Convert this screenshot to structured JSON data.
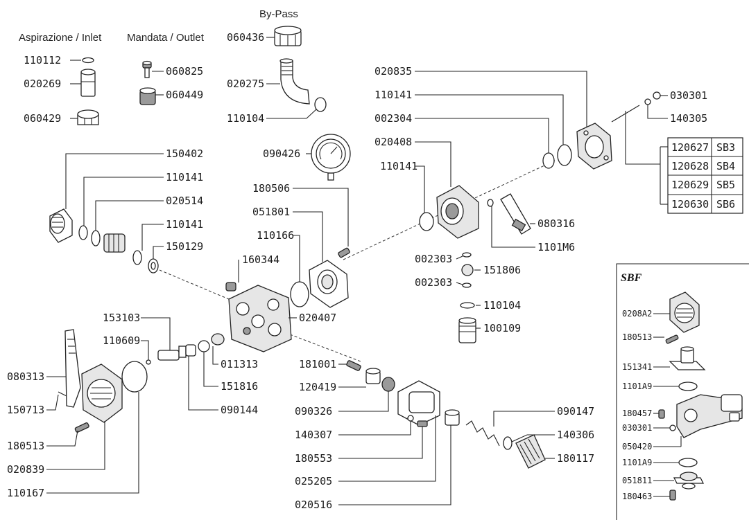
{
  "headings": {
    "inlet": "Aspirazione / Inlet",
    "outlet": "Mandata / Outlet",
    "bypass": "By-Pass"
  },
  "labels": {
    "l110112": "110112",
    "l020269": "020269",
    "l060429": "060429",
    "l060825": "060825",
    "l060449": "060449",
    "l060436": "060436",
    "l020275": "020275",
    "l110104": "110104",
    "l090426": "090426",
    "l150402": "150402",
    "l110141": "110141",
    "l020514": "020514",
    "l150129": "150129",
    "l180506": "180506",
    "l051801": "051801",
    "l110166": "110166",
    "l160344": "160344",
    "l020407": "020407",
    "l020835": "020835",
    "l002304": "002304",
    "l020408": "020408",
    "l030301": "030301",
    "l140305": "140305",
    "l080316": "080316",
    "l1101M6": "1101M6",
    "l002303": "002303",
    "l151806": "151806",
    "l100109": "100109",
    "l153103": "153103",
    "l110609": "110609",
    "l011313": "011313",
    "l151816": "151816",
    "l090144": "090144",
    "l080313": "080313",
    "l150713": "150713",
    "l180513": "180513",
    "l020839": "020839",
    "l110167": "110167",
    "l181001": "181001",
    "l120419": "120419",
    "l090326": "090326",
    "l140307": "140307",
    "l180553": "180553",
    "l025205": "025205",
    "l020516": "020516",
    "l090147": "090147",
    "l140306": "140306",
    "l180117": "180117"
  },
  "table": [
    {
      "code": "120627",
      "model": "SB3"
    },
    {
      "code": "120628",
      "model": "SB4"
    },
    {
      "code": "120629",
      "model": "SB5"
    },
    {
      "code": "120630",
      "model": "SB6"
    }
  ],
  "sbf": {
    "title": "SBF",
    "labels": [
      "0208A2",
      "180513",
      "151341",
      "1101A9",
      "180457",
      "030301",
      "050420",
      "1101A9",
      "051811",
      "180463"
    ]
  }
}
